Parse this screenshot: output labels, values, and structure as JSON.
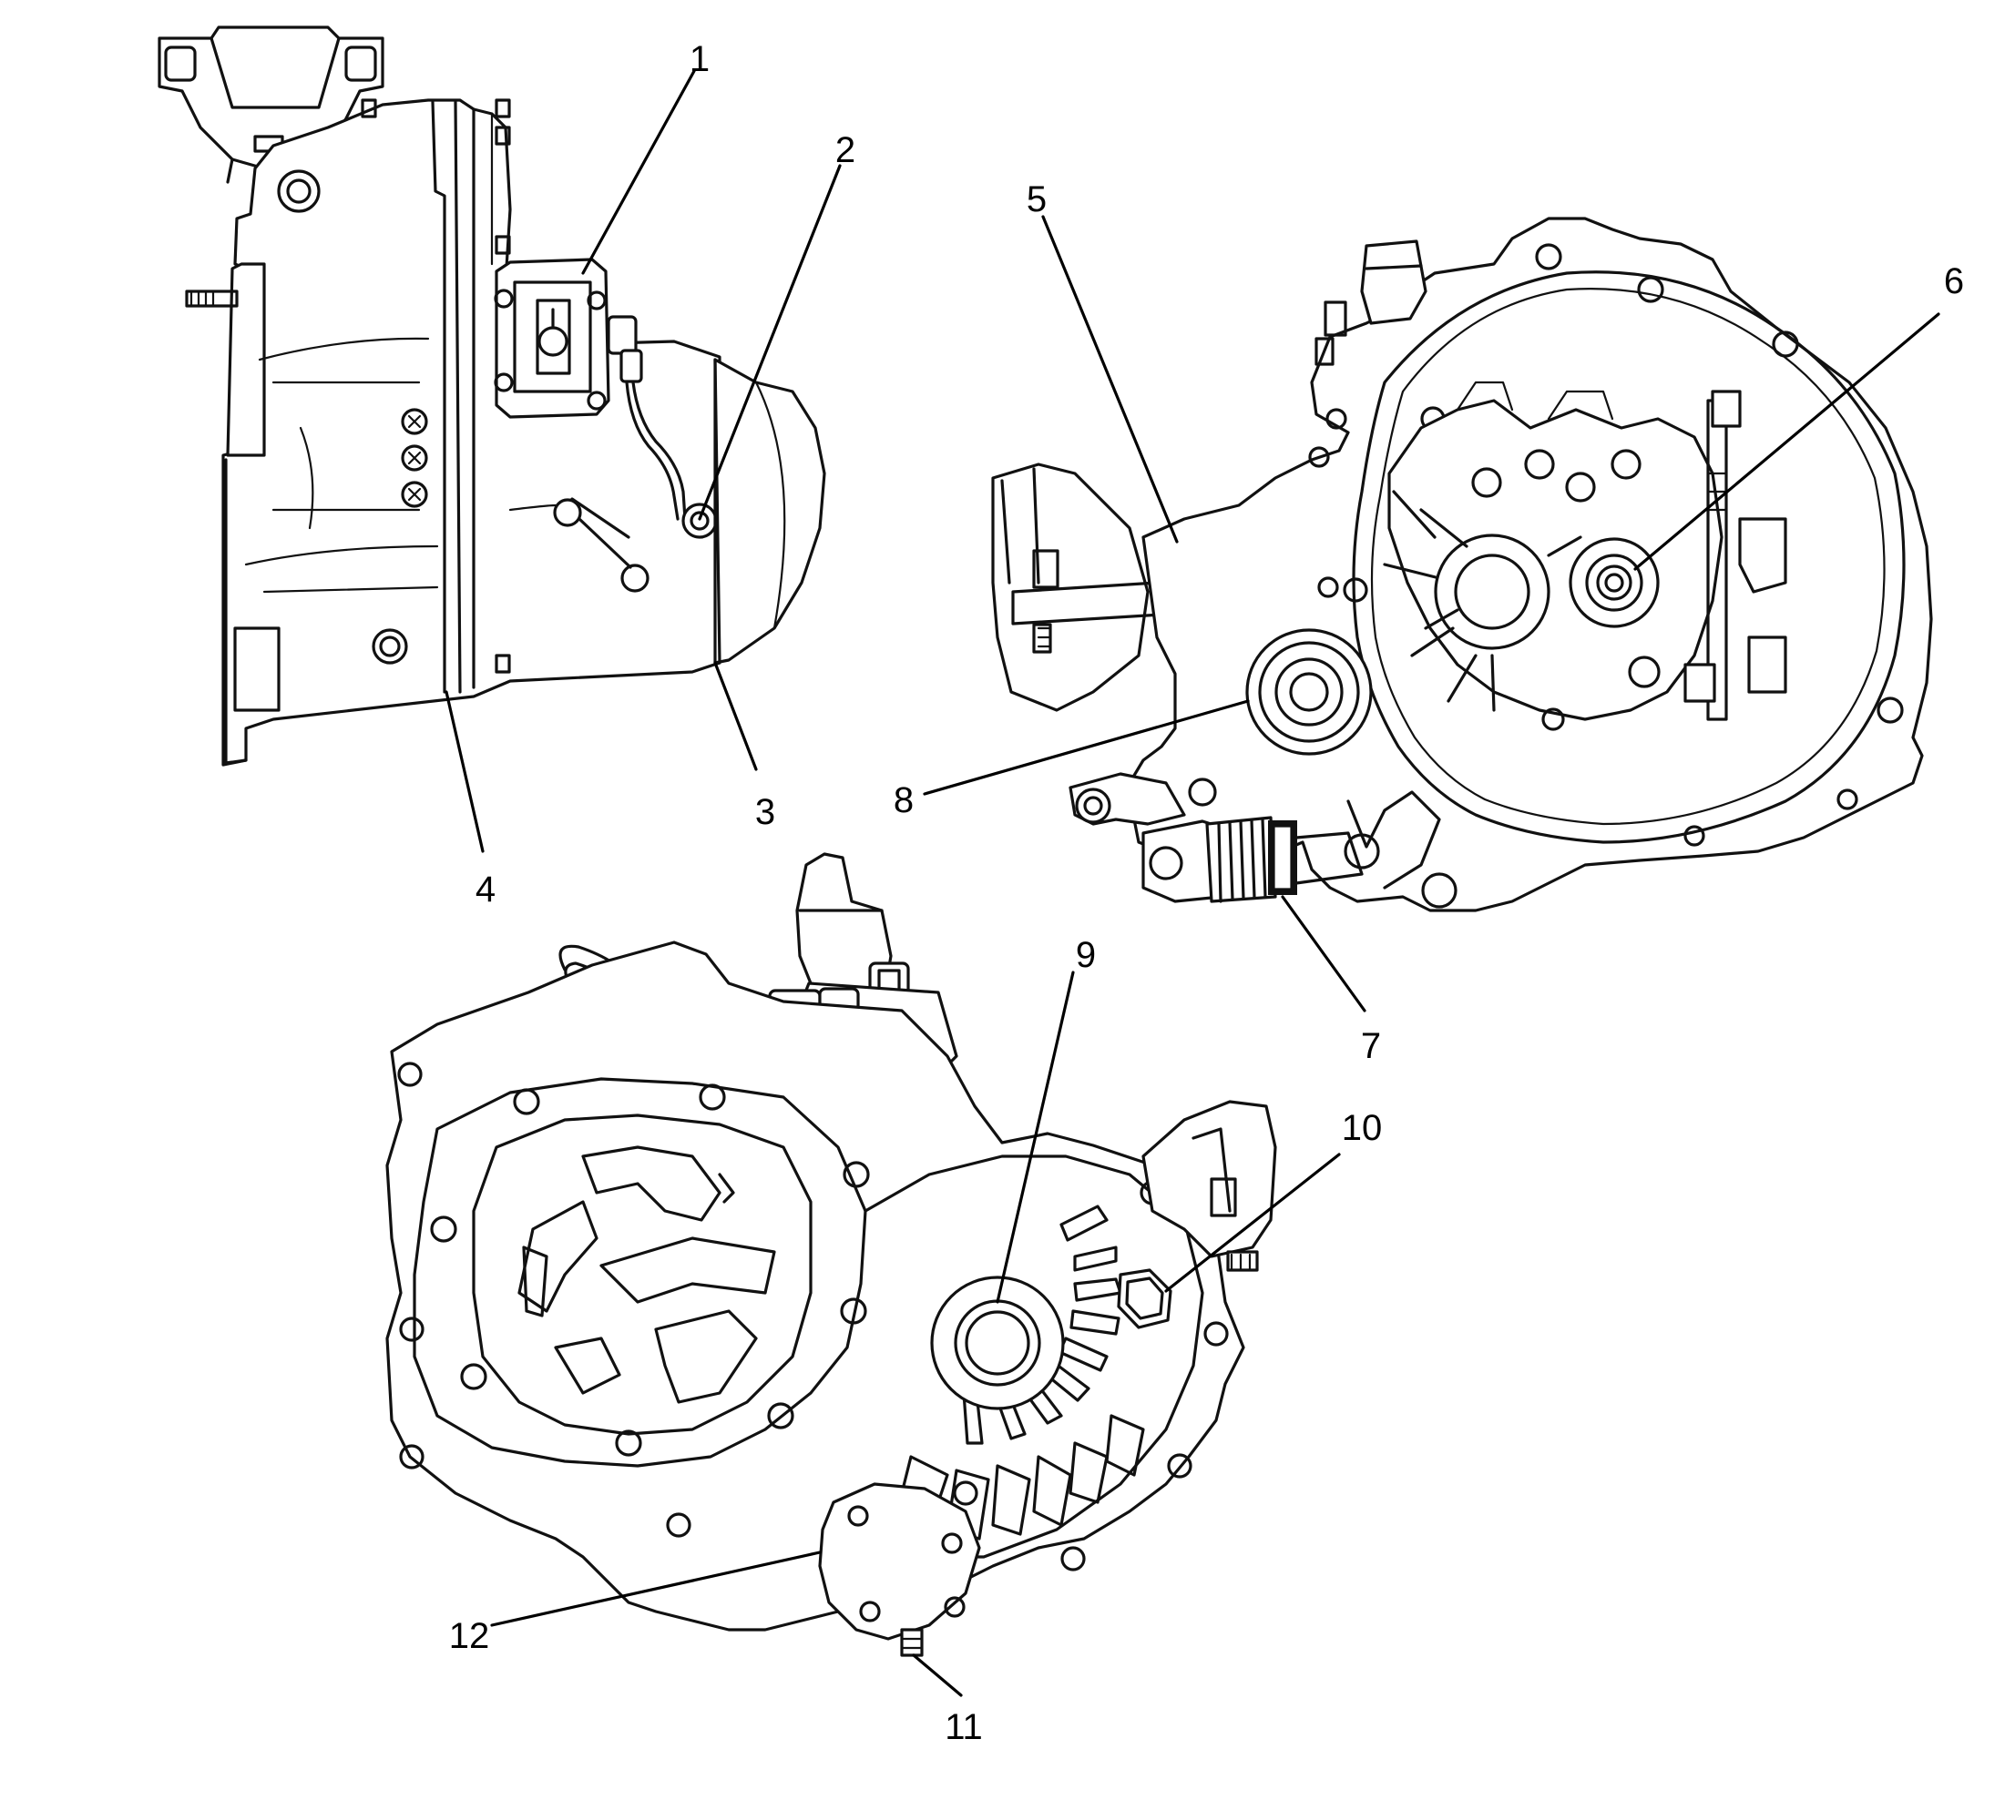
{
  "colors": {
    "ink": "#111111",
    "background": "#ffffff"
  },
  "callouts": [
    {
      "id": "1",
      "label": "1"
    },
    {
      "id": "2",
      "label": "2"
    },
    {
      "id": "3",
      "label": "3"
    },
    {
      "id": "4",
      "label": "4"
    },
    {
      "id": "5",
      "label": "5"
    },
    {
      "id": "6",
      "label": "6"
    },
    {
      "id": "7",
      "label": "7"
    },
    {
      "id": "8",
      "label": "8"
    },
    {
      "id": "9",
      "label": "9"
    },
    {
      "id": "10",
      "label": "10"
    },
    {
      "id": "11",
      "label": "11"
    },
    {
      "id": "12",
      "label": "12"
    }
  ]
}
